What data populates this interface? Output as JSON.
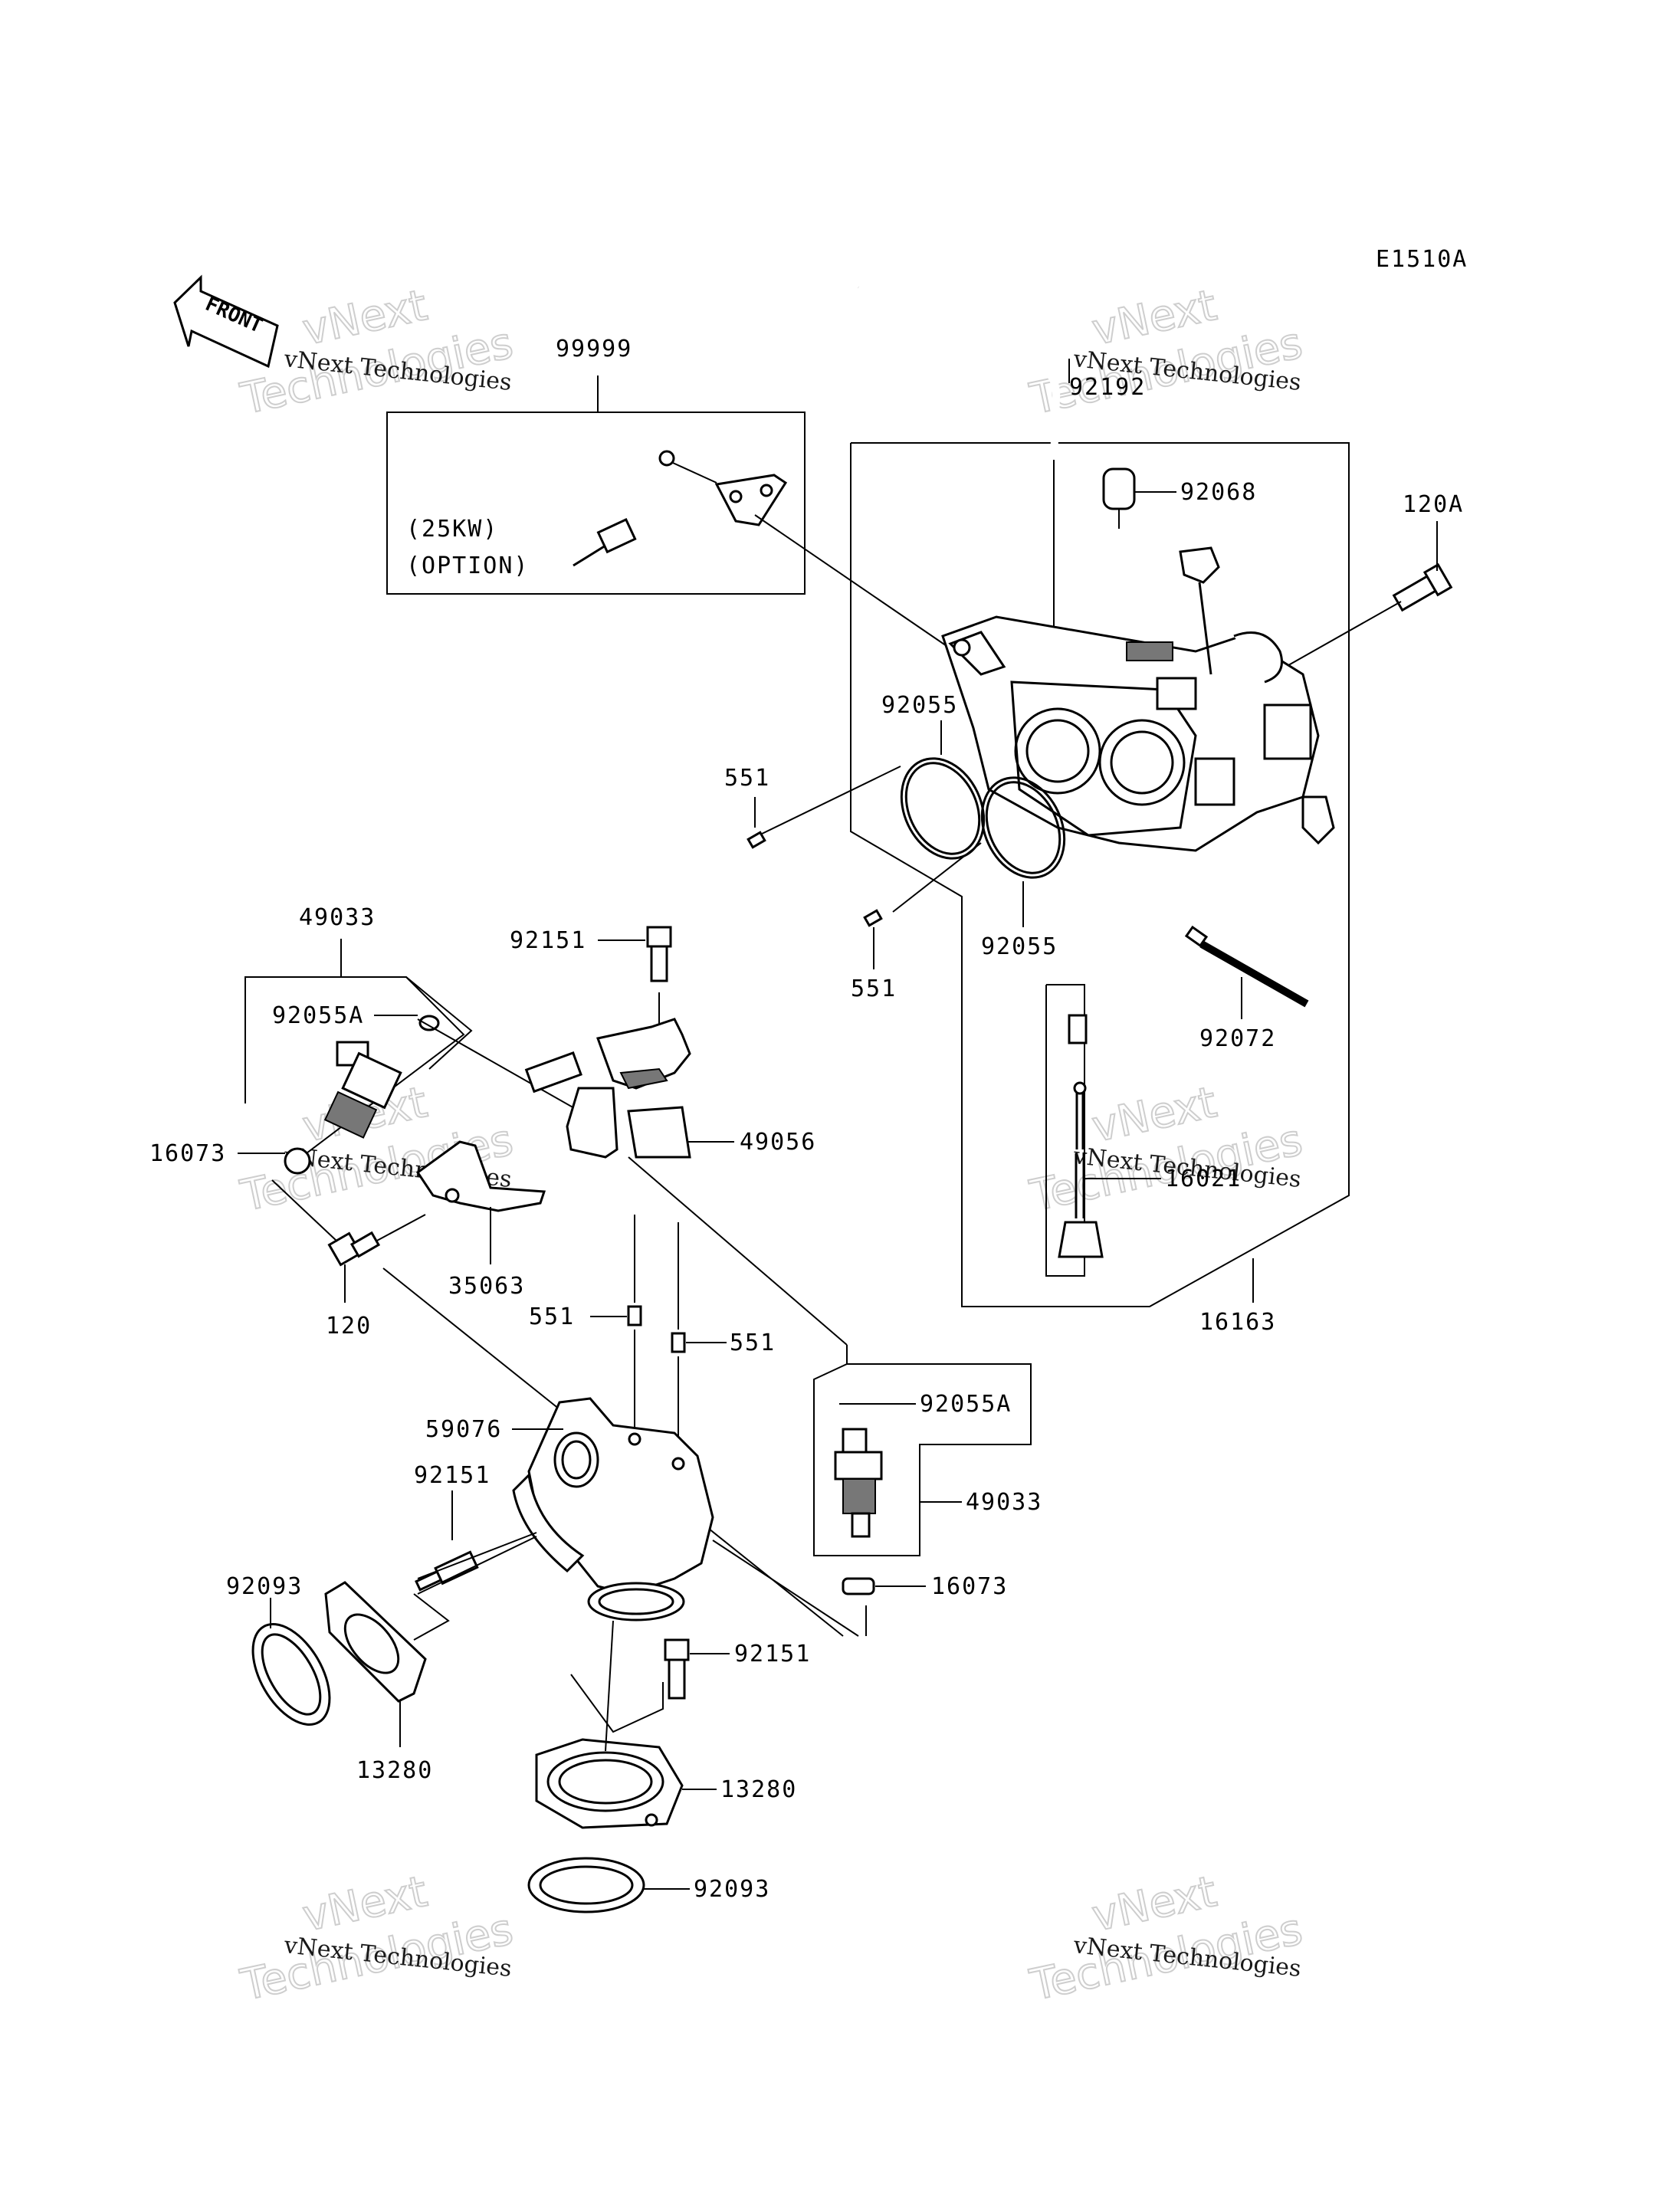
{
  "diagram": {
    "code": "E1510A",
    "front_arrow": "FRONT",
    "option_box": {
      "part": "99999",
      "line1": "(25KW)",
      "line2": "(OPTION)"
    },
    "watermark": {
      "line1": "vNext Technologies",
      "line2": "vNext",
      "line3": "Technologies"
    },
    "labels": {
      "p92192": "92192",
      "p92068": "92068",
      "p120A": "120A",
      "p92055_r1": "92055",
      "p92055_r2": "92055",
      "p551_r1": "551",
      "p551_r2": "551",
      "p92072": "92072",
      "p16021": "16021",
      "p16163": "16163",
      "p49033_l": "49033",
      "p92055A_l": "92055A",
      "p16073_l": "16073",
      "p92151_top": "92151",
      "p49056": "49056",
      "p35063": "35063",
      "p120": "120",
      "p551_m1": "551",
      "p551_m2": "551",
      "p59076": "59076",
      "p92151_mid": "92151",
      "p92093_l": "92093",
      "p13280_l": "13280",
      "p92055A_r": "92055A",
      "p49033_r": "49033",
      "p16073_r": "16073",
      "p92151_low": "92151",
      "p13280_r": "13280",
      "p92093_r": "92093"
    }
  }
}
